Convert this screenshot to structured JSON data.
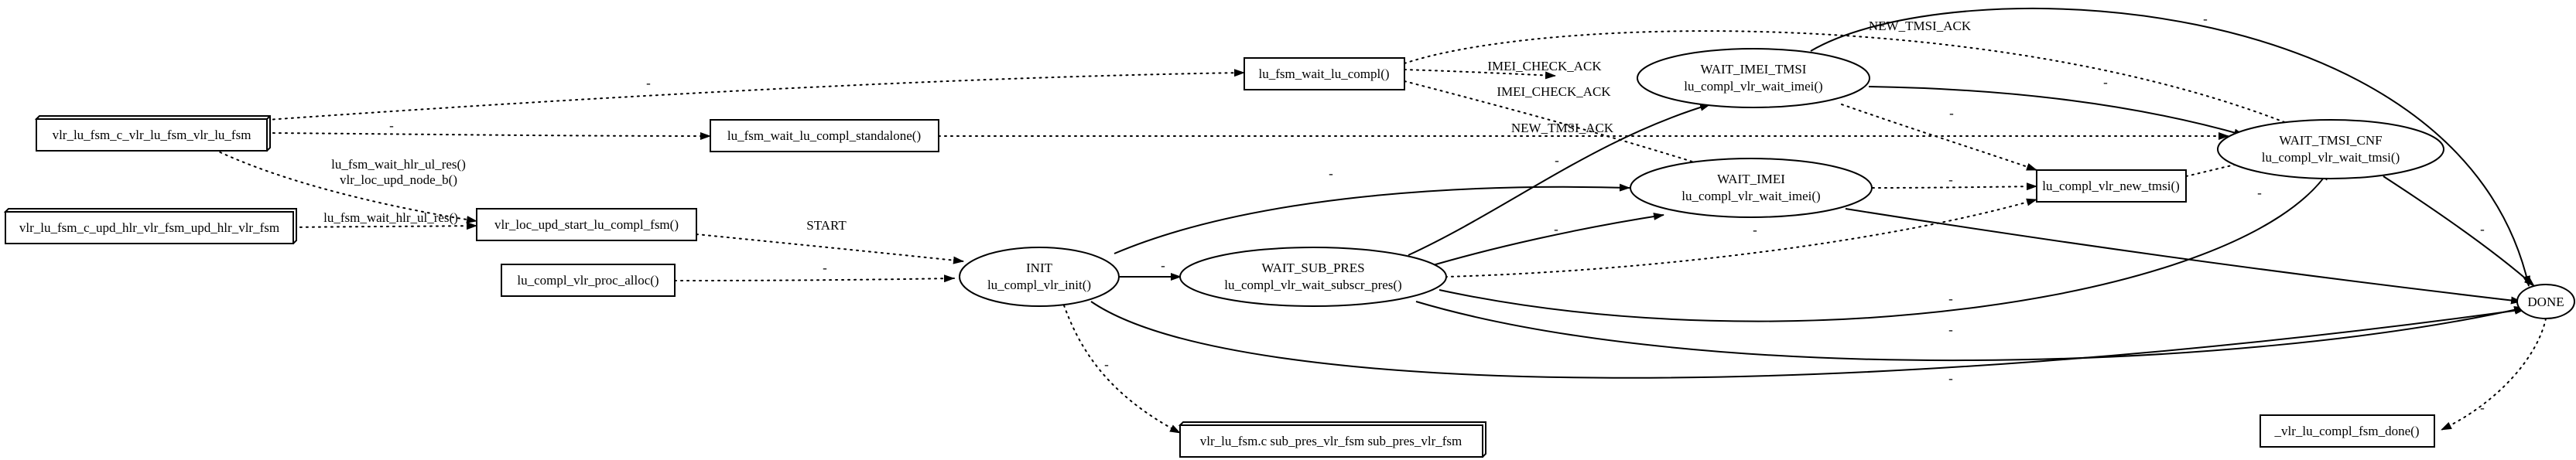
{
  "nodes": {
    "vlr_lu_fsm_c": "vlr_lu_fsm_c_vlr_lu_fsm_vlr_lu_fsm",
    "vlr_lu_fsm_c_upd": "vlr_lu_fsm_c_upd_hlr_vlr_fsm_upd_hlr_vlr_fsm",
    "start_fsm": "vlr_loc_upd_start_lu_compl_fsm()",
    "proc_alloc": "lu_compl_vlr_proc_alloc()",
    "init_1": "INIT",
    "init_2": "lu_compl_vlr_init()",
    "sub_pres_child": "vlr_lu_fsm.c sub_pres_vlr_fsm sub_pres_vlr_fsm",
    "wait_lu_compl": "lu_fsm_wait_lu_compl()",
    "wait_lu_compl_standalone": "lu_fsm_wait_lu_compl_standalone()",
    "wait_sub_pres_1": "WAIT_SUB_PRES",
    "wait_sub_pres_2": "lu_compl_vlr_wait_subscr_pres()",
    "wait_imei_tmsi_1": "WAIT_IMEI_TMSI",
    "wait_imei_tmsi_2": "lu_compl_vlr_wait_imei()",
    "wait_imei_1": "WAIT_IMEI",
    "wait_imei_2": "lu_compl_vlr_wait_imei()",
    "new_tmsi": "lu_compl_vlr_new_tmsi()",
    "wait_tmsi_cnf_1": "WAIT_TMSI_CNF",
    "wait_tmsi_cnf_2": "lu_compl_vlr_wait_tmsi()",
    "done": "DONE",
    "fsm_done": "_vlr_lu_compl_fsm_done()"
  },
  "edge_labels": {
    "lu_fsm_c_to_wait_lu_compl": "-",
    "lu_fsm_c_to_standalone": "-",
    "hlr_ul_res_1": "lu_fsm_wait_hlr_ul_res()",
    "upd_node_b": "vlr_loc_upd_node_b()",
    "hlr_ul_res_2": "lu_fsm_wait_hlr_ul_res()",
    "start": "START",
    "proc_alloc_to_init": "-",
    "init_to_sub_pres": "-",
    "init_to_imei": "-",
    "init_to_child": "-",
    "init_to_done": "-",
    "imei_check_ack_1": "IMEI_CHECK_ACK",
    "imei_check_ack_2": "IMEI_CHECK_ACK",
    "new_tmsi_ack_top": "NEW_TMSI_ACK",
    "new_tmsi_ack_standalone": "NEW_TMSI_ACK",
    "wait_lu_compl_to_done": "-",
    "imei_tmsi_to_new_tmsi": "-",
    "imei_tmsi_to_tmsi_cnf": "-",
    "sub_pres_to_imei": "-",
    "sub_pres_to_new_tmsi": "-",
    "sub_pres_to_tmsi_cnf": "-",
    "sub_pres_to_done": "-",
    "imei_to_new_tmsi": "-",
    "imei_to_done": "-",
    "new_tmsi_to_tmsi_cnf": "-",
    "tmsi_cnf_to_done": "-",
    "done_to_fsm_done": "-"
  }
}
